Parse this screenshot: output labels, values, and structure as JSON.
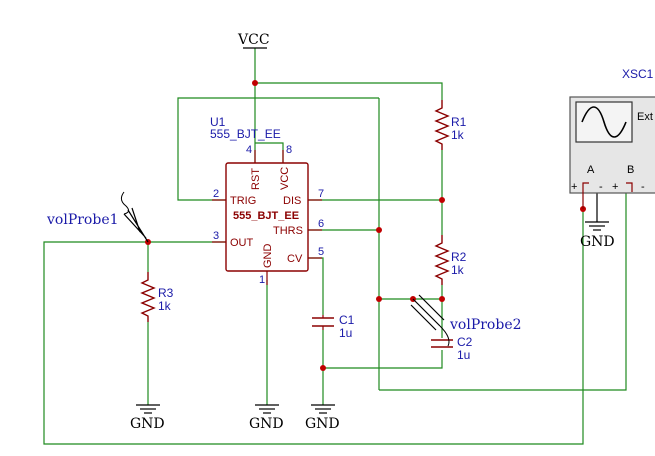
{
  "power": {
    "vcc_label": "VCC"
  },
  "ground": {
    "label": "GND"
  },
  "timer": {
    "ref": "U1",
    "model": "555_BJT_EE",
    "inner_name": "555_BJT_EE",
    "pins": {
      "rst": "RST",
      "vcc": "VCC",
      "trig": "TRIG",
      "out": "OUT",
      "dis": "DIS",
      "thrs": "THRS",
      "cv": "CV",
      "gnd": "GND"
    },
    "pin_numbers": {
      "rst": "4",
      "vcc": "8",
      "trig": "2",
      "out": "3",
      "dis": "7",
      "thrs": "6",
      "cv": "5",
      "gnd": "1"
    }
  },
  "resistors": [
    {
      "ref": "R1",
      "value": "1k"
    },
    {
      "ref": "R2",
      "value": "1k"
    },
    {
      "ref": "R3",
      "value": "1k"
    }
  ],
  "capacitors": [
    {
      "ref": "C1",
      "value": "1u"
    },
    {
      "ref": "C2",
      "value": "1u"
    }
  ],
  "probes": [
    {
      "name": "volProbe1"
    },
    {
      "name": "volProbe2"
    }
  ],
  "oscilloscope": {
    "ref": "XSC1",
    "ext_label": "Ext",
    "channel_a": "A",
    "channel_b": "B",
    "plus": "+",
    "minus": "-"
  },
  "colors": {
    "wire": "#1f8a1f",
    "component": "#8b0000",
    "junction": "#c00000",
    "label_blue": "#1a1aa8"
  }
}
